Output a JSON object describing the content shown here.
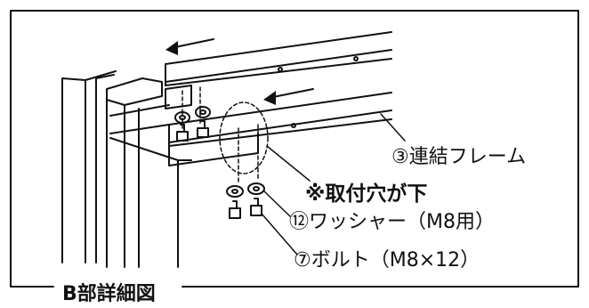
{
  "labels": {
    "frame": "③連結フレーム",
    "note": "※取付穴が下",
    "washer": "⑫ワッシャー（M8用）",
    "bolt": "⑦ボルト（M8×12）",
    "caption": "B部詳細図"
  },
  "colors": {
    "line": "#111111",
    "background": "#ffffff"
  }
}
